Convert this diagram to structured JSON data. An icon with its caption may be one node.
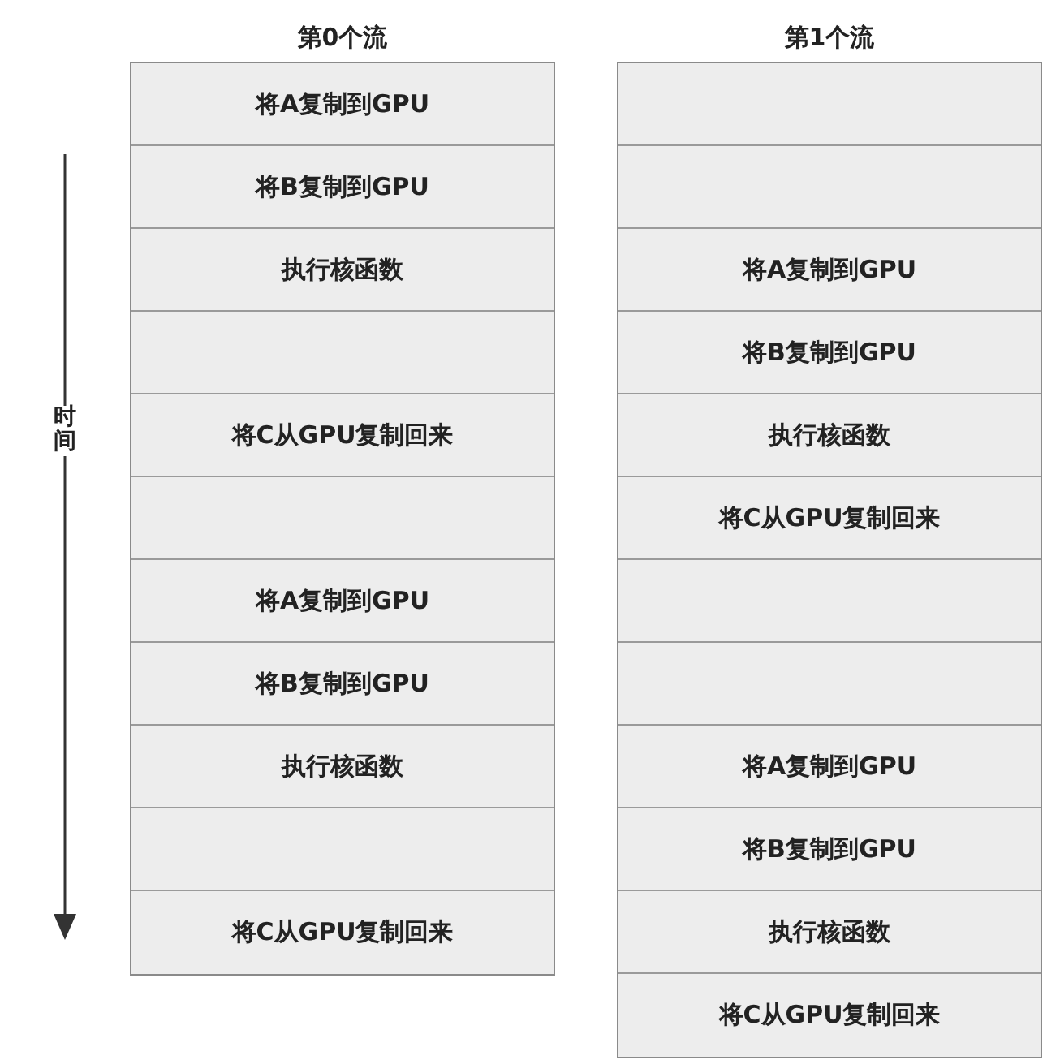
{
  "diagram": {
    "nodes": [
      {
        "text": [
          "第0个流"
        ]
      },
      {
        "text": [
          "将A复制到GPU"
        ],
        "in": 0
      },
      {
        "text": [
          "将B复制到GPU"
        ],
        "in": 0
      },
      {
        "text": [
          "执行核函数"
        ],
        "in": 0
      },
      {
        "text": [],
        "shape": "box",
        "in": 0
      },
      {
        "text": [
          "将C从GPU复制回来"
        ],
        "in": 0
      },
      {
        "text": [],
        "shape": "box",
        "in": 0
      },
      {
        "text": [
          "将A复制到GPU"
        ],
        "in": 0
      },
      {
        "text": [
          "将B复制到GPU"
        ],
        "in": 0
      },
      {
        "text": [
          "执行核函数"
        ],
        "in": 0
      },
      {
        "text": [],
        "shape": "box",
        "in": 0
      },
      {
        "text": [
          "将C从GPU复制回来"
        ],
        "in": 0
      },
      {
        "text": [
          "第1个流"
        ]
      },
      {
        "text": [],
        "shape": "box",
        "in": 12
      },
      {
        "text": [],
        "shape": "box",
        "in": 12
      },
      {
        "text": [
          "将A复制到GPU"
        ],
        "in": 12
      },
      {
        "text": [
          "将B复制到GPU"
        ],
        "in": 12
      },
      {
        "text": [
          "执行核函数"
        ],
        "in": 12
      },
      {
        "text": [
          "将C从GPU复制回来"
        ],
        "in": 12
      },
      {
        "text": [],
        "shape": "box",
        "in": 12
      },
      {
        "text": [],
        "shape": "box",
        "in": 12
      },
      {
        "text": [
          "将A复制到GPU"
        ],
        "in": 12
      },
      {
        "text": [
          "将B复制到GPU"
        ],
        "in": 12
      },
      {
        "text": [
          "执行核函数"
        ],
        "in": 12
      },
      {
        "text": [
          "将C从GPU复制回来"
        ],
        "in": 12
      }
    ],
    "labels": [
      "时间"
    ]
  }
}
